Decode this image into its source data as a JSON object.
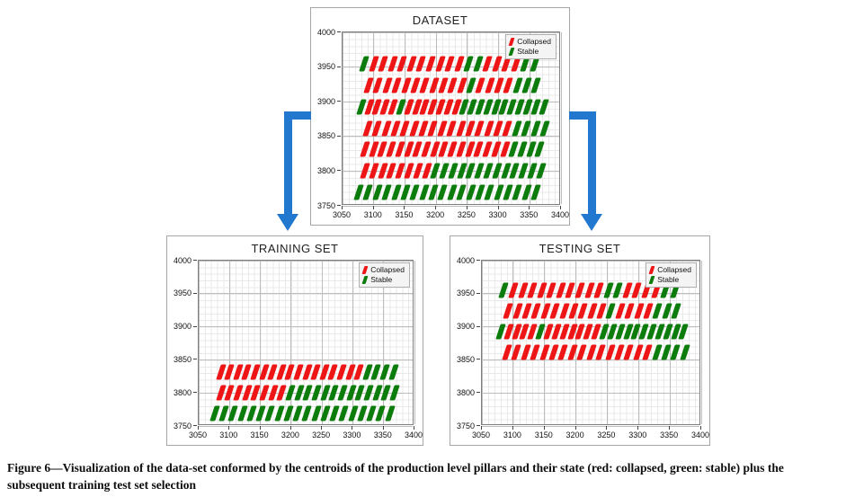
{
  "figure": {
    "caption": "Figure 6—Visualization of the data-set conformed by the centroids of the production level pillars and their state (red: collapsed, green: stable) plus the subsequent training test set selection"
  },
  "colors": {
    "collapsed": "#ed1515",
    "stable": "#0c7c0c",
    "arrow": "#2277cf",
    "grid_major": "#bdbdbd",
    "grid_minor": "#e9e9e9",
    "plot_border": "#7f7f7f",
    "panel_border": "#a6a6a6"
  },
  "arrows": [
    {
      "name": "dataset-to-training-arrow",
      "direction": "down"
    },
    {
      "name": "dataset-to-testing-arrow",
      "direction": "down"
    }
  ],
  "chart_data": [
    {
      "type": "scatter",
      "id": "dataset",
      "title": "DATASET",
      "marker": "slash",
      "grid": true,
      "legend_position": "upper right",
      "legend": [
        {
          "label": "Collapsed",
          "color": "#ed1515"
        },
        {
          "label": "Stable",
          "color": "#0c7c0c"
        }
      ],
      "xlim": [
        3050,
        3400
      ],
      "ylim": [
        3750,
        4000
      ],
      "x_ticks": [
        3050,
        3100,
        3150,
        3200,
        3250,
        3300,
        3350,
        3400
      ],
      "y_ticks": [
        4000,
        3950,
        3900,
        3850,
        3800,
        3750
      ],
      "rows": [
        {
          "y": 3955,
          "x_start": 3085,
          "x_end": 3358,
          "pattern": "GRRRRRRRRRRGGRRRRGG"
        },
        {
          "y": 3924,
          "x_start": 3092,
          "x_end": 3360,
          "pattern": "RRRRRRRRRRRGRRRRGGG"
        },
        {
          "y": 3893,
          "x_start": 3080,
          "x_end": 3372,
          "pattern": "GRRRRGRRRRRRRGGGGGGGGGGG"
        },
        {
          "y": 3862,
          "x_start": 3090,
          "x_end": 3374,
          "pattern": "RRRRRRRRRRRRRRRRGGGG"
        },
        {
          "y": 3831,
          "x_start": 3086,
          "x_end": 3366,
          "pattern": "RRRRRRRRRRRRRRRRRGGGG"
        },
        {
          "y": 3800,
          "x_start": 3086,
          "x_end": 3368,
          "pattern": "RRRRRRRRGGGGGGGGGGGGG"
        },
        {
          "y": 3769,
          "x_start": 3076,
          "x_end": 3360,
          "pattern": "GGGGGGGGGGGGGGGGGGGG"
        }
      ]
    },
    {
      "type": "scatter",
      "id": "training",
      "title": "TRAINING SET",
      "marker": "slash",
      "grid": true,
      "legend_position": "upper right",
      "legend": [
        {
          "label": "Collapsed",
          "color": "#ed1515"
        },
        {
          "label": "Stable",
          "color": "#0c7c0c"
        }
      ],
      "xlim": [
        3050,
        3400
      ],
      "ylim": [
        3750,
        4000
      ],
      "x_ticks": [
        3050,
        3100,
        3150,
        3200,
        3250,
        3300,
        3350,
        3400
      ],
      "y_ticks": [
        4000,
        3950,
        3900,
        3850,
        3800,
        3750
      ],
      "rows": [
        {
          "y": 3831,
          "x_start": 3086,
          "x_end": 3366,
          "pattern": "RRRRRRRRRRRRRRRRRGGGG"
        },
        {
          "y": 3800,
          "x_start": 3086,
          "x_end": 3368,
          "pattern": "RRRRRRRRGGGGGGGGGGGGG"
        },
        {
          "y": 3769,
          "x_start": 3076,
          "x_end": 3360,
          "pattern": "GGGGGGGGGGGGGGGGGGGG"
        }
      ]
    },
    {
      "type": "scatter",
      "id": "testing",
      "title": "TESTING SET",
      "marker": "slash",
      "grid": true,
      "legend_position": "upper right",
      "legend": [
        {
          "label": "Collapsed",
          "color": "#ed1515"
        },
        {
          "label": "Stable",
          "color": "#0c7c0c"
        }
      ],
      "xlim": [
        3050,
        3400
      ],
      "ylim": [
        3750,
        4000
      ],
      "x_ticks": [
        3050,
        3100,
        3150,
        3200,
        3250,
        3300,
        3350,
        3400
      ],
      "y_ticks": [
        4000,
        3950,
        3900,
        3850,
        3800,
        3750
      ],
      "rows": [
        {
          "y": 3955,
          "x_start": 3085,
          "x_end": 3358,
          "pattern": "GRRRRRRRRRRGGRRRRGG"
        },
        {
          "y": 3924,
          "x_start": 3092,
          "x_end": 3360,
          "pattern": "RRRRRRRRRRRGRRRRGGG"
        },
        {
          "y": 3893,
          "x_start": 3080,
          "x_end": 3372,
          "pattern": "GRRRRGRRRRRRRGGGGGGGGGGG"
        },
        {
          "y": 3862,
          "x_start": 3090,
          "x_end": 3374,
          "pattern": "RRRRRRRRRRRRRRRRGGGG"
        }
      ]
    }
  ]
}
